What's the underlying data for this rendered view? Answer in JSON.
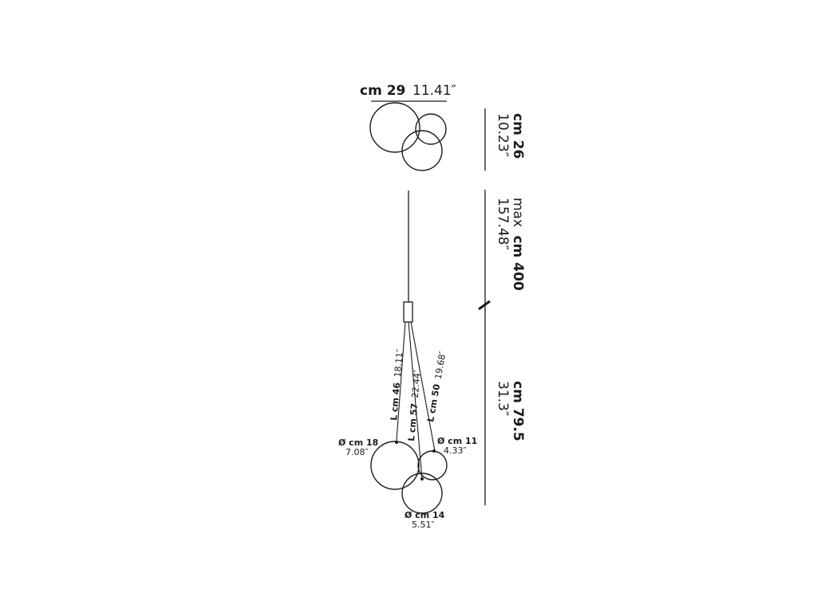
{
  "top_view": {
    "width_cm": "cm 29",
    "width_in": "11.41″",
    "height_cm": "cm 26",
    "height_in": "10.23″"
  },
  "side_view": {
    "max_label": "max",
    "cable_cm": "cm 400",
    "cable_in": "157.48″",
    "drop_cm": "cm 79.5",
    "drop_in": "31.3″"
  },
  "cables": [
    {
      "cm": "L cm 46",
      "in": "18.11″"
    },
    {
      "cm": "L cm 57",
      "in": "22.44″"
    },
    {
      "cm": "L cm 50",
      "in": "19.68″"
    }
  ],
  "spheres": [
    {
      "cm": "Ø cm 18",
      "in": "7.08″"
    },
    {
      "cm": "Ø cm 11",
      "in": "4.33″"
    },
    {
      "cm": "Ø cm 14",
      "in": "5.51″"
    }
  ],
  "colors": {
    "line": "#1a1a1a",
    "background": "#ffffff"
  }
}
